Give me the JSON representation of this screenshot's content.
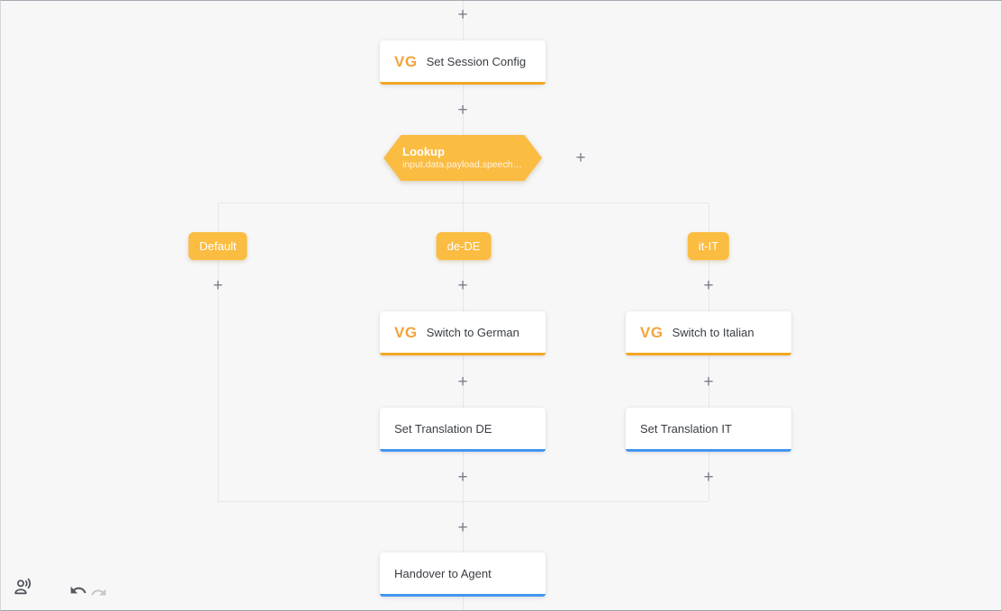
{
  "canvas": {
    "plus": "+",
    "colors": {
      "background": "#f7f7f8",
      "connector": "#e5e7ea",
      "node_yellow": "#FBBC42",
      "underline_orange": "#F5A623",
      "underline_blue": "#4496F0",
      "vg_logo_orange": "#F2A43B",
      "plus_gray": "#7b808a"
    }
  },
  "nodes": {
    "set_session_config": {
      "icon": "VG",
      "label": "Set Session Config"
    },
    "lookup": {
      "title": "Lookup",
      "subtitle": "input.data.payload.speech…"
    },
    "case_default": {
      "label": "Default"
    },
    "case_de": {
      "label": "de-DE"
    },
    "case_it": {
      "label": "it-IT"
    },
    "switch_to_german": {
      "icon": "VG",
      "label": "Switch to German"
    },
    "switch_to_italian": {
      "icon": "VG",
      "label": "Switch to Italian"
    },
    "set_translation_de": {
      "label": "Set Translation DE"
    },
    "set_translation_it": {
      "label": "Set Translation IT"
    },
    "handover_to_agent": {
      "label": "Handover to Agent"
    }
  },
  "toolbar": {
    "icons": [
      "record-voice-over",
      "undo",
      "redo"
    ]
  }
}
